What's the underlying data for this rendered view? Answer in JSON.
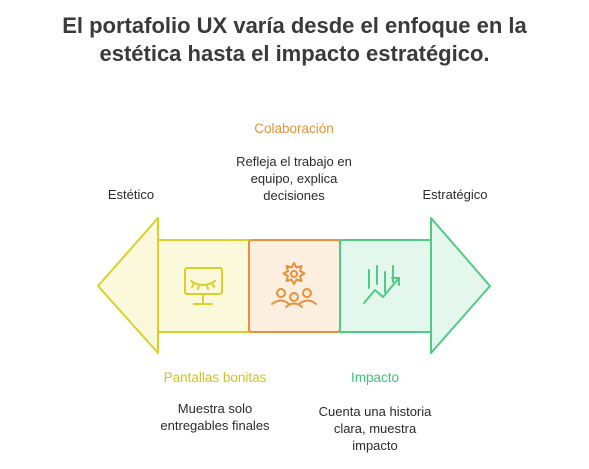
{
  "title": {
    "line1": "El portafolio UX varía desde el enfoque en la",
    "line2": "estética hasta el impacto estratégico."
  },
  "ends": {
    "left": "Estético",
    "right": "Estratégico"
  },
  "stages": [
    {
      "heading": "Colaboración",
      "desc_lines": [
        "Refleja el trabajo en",
        "equipo, explica",
        "decisiones"
      ],
      "color": "#e8913a",
      "icon": "team-collaboration-icon"
    },
    {
      "heading": "Pantallas bonitas",
      "desc_lines": [
        "Muestra solo",
        "entregables finales"
      ],
      "color": "#d9d02b",
      "icon": "monitor-eye-icon"
    },
    {
      "heading": "Impacto",
      "desc_lines": [
        "Cuenta una historia",
        "clara, muestra",
        "impacto"
      ],
      "color": "#4fcb86",
      "icon": "growth-chart-icon"
    }
  ],
  "colors": {
    "yellow": "#d9d02b",
    "yellow_fill": "#fbf9dc",
    "orange": "#e8913a",
    "orange_fill": "#fcefe0",
    "green": "#4fcb86",
    "green_fill": "#e4f7ec"
  }
}
